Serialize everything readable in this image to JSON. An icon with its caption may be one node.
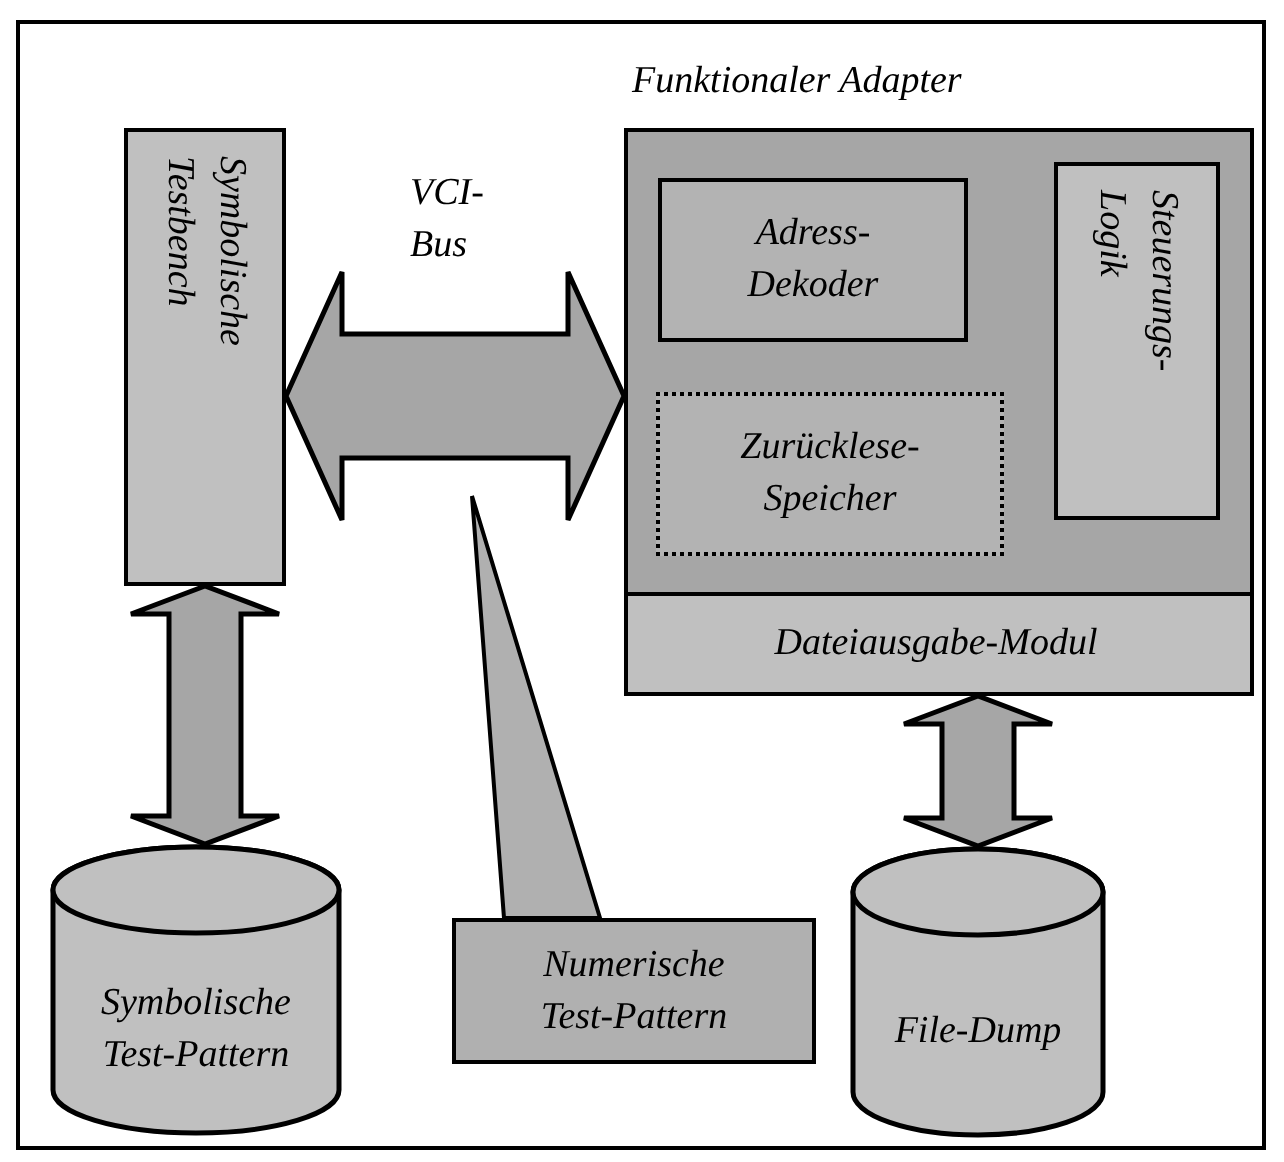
{
  "diagram": {
    "nodes": [
      {
        "text": [
          "Symbolische Testbench"
        ]
      },
      {
        "text": [
          "Funktionaler Adapter"
        ]
      },
      {
        "text": [
          "Adress-Dekoder"
        ],
        "in": 1
      },
      {
        "text": [
          "Zurücklese-Speicher"
        ],
        "in": 1
      },
      {
        "text": [
          "Steuerungs-Logik"
        ],
        "in": 1
      },
      {
        "text": [
          "Dateiausgabe-Modul"
        ],
        "in": 1
      },
      {
        "text": [
          "Symbolische Test-Pattern"
        ]
      },
      {
        "text": [
          "Numerische Test-Pattern"
        ]
      },
      {
        "text": [
          "File-Dump"
        ]
      }
    ],
    "edges": [
      {
        "from": 0,
        "to": 1,
        "arrow": "both",
        "label": "VCI- Bus"
      },
      {
        "from": 0,
        "to": 6,
        "arrow": "both"
      },
      {
        "from": 5,
        "to": 8,
        "arrow": "both"
      },
      {
        "from": 7,
        "to": null,
        "arrow": "to"
      }
    ]
  }
}
